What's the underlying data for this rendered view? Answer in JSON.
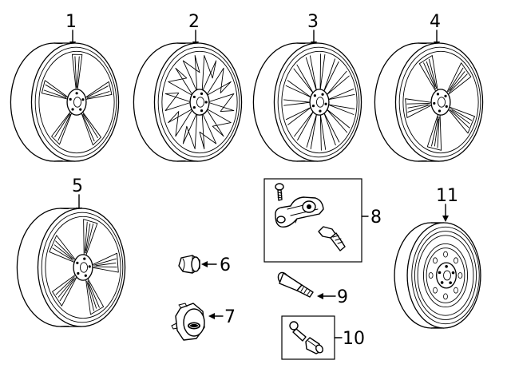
{
  "parts": [
    {
      "number": "1",
      "icon": "wheel-5-twin-spoke-icon"
    },
    {
      "number": "2",
      "icon": "wheel-web-spoke-icon"
    },
    {
      "number": "3",
      "icon": "wheel-multi-spoke-icon"
    },
    {
      "number": "4",
      "icon": "wheel-split-spoke-icon"
    },
    {
      "number": "5",
      "icon": "wheel-5-split-spoke-icon"
    },
    {
      "number": "6",
      "icon": "lug-nut-cap-icon"
    },
    {
      "number": "7",
      "icon": "center-cap-icon"
    },
    {
      "number": "8",
      "icon": "tpms-sensor-kit-icon"
    },
    {
      "number": "9",
      "icon": "valve-stem-icon"
    },
    {
      "number": "10",
      "icon": "valve-cap-core-icon"
    },
    {
      "number": "11",
      "icon": "spare-wheel-icon"
    }
  ],
  "colors": {
    "line": "#000000",
    "background": "#ffffff"
  }
}
